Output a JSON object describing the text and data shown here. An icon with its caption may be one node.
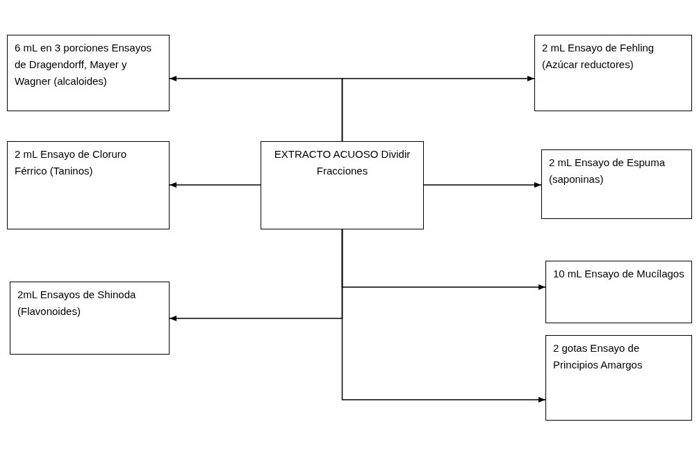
{
  "diagram": {
    "nodes": [
      {
        "text": [
          "6 mL en 3 porciones Ensayos de Dragendorff, Mayer y Wagner (alcaloides)"
        ]
      },
      {
        "text": [
          "2 mL Ensayo de Fehling (Azúcar reductores)"
        ]
      },
      {
        "text": [
          "EXTRACTO ACUOSO Dividir Fracciones"
        ]
      },
      {
        "text": [
          "2 mL Ensayo de Cloruro Férrico (Taninos)"
        ]
      },
      {
        "text": [
          "2 mL Ensayo de Espuma (saponinas)"
        ]
      },
      {
        "text": [
          "10 mL Ensayo de Mucílagos"
        ]
      },
      {
        "text": [
          "2mL Ensayos de Shinoda (Flavonoides)"
        ]
      },
      {
        "text": [
          "2 gotas Ensayo de Principios Amargos"
        ]
      }
    ],
    "edges": [
      {
        "from": 2,
        "to": 0,
        "arrow": "to"
      },
      {
        "from": 2,
        "to": 1,
        "arrow": "to"
      },
      {
        "from": 2,
        "to": 3,
        "arrow": "to"
      },
      {
        "from": 2,
        "to": 4,
        "arrow": "to"
      },
      {
        "from": 2,
        "to": 5,
        "arrow": "to"
      },
      {
        "from": 2,
        "to": 6,
        "arrow": "to"
      },
      {
        "from": 2,
        "to": 7,
        "arrow": "to"
      }
    ]
  }
}
